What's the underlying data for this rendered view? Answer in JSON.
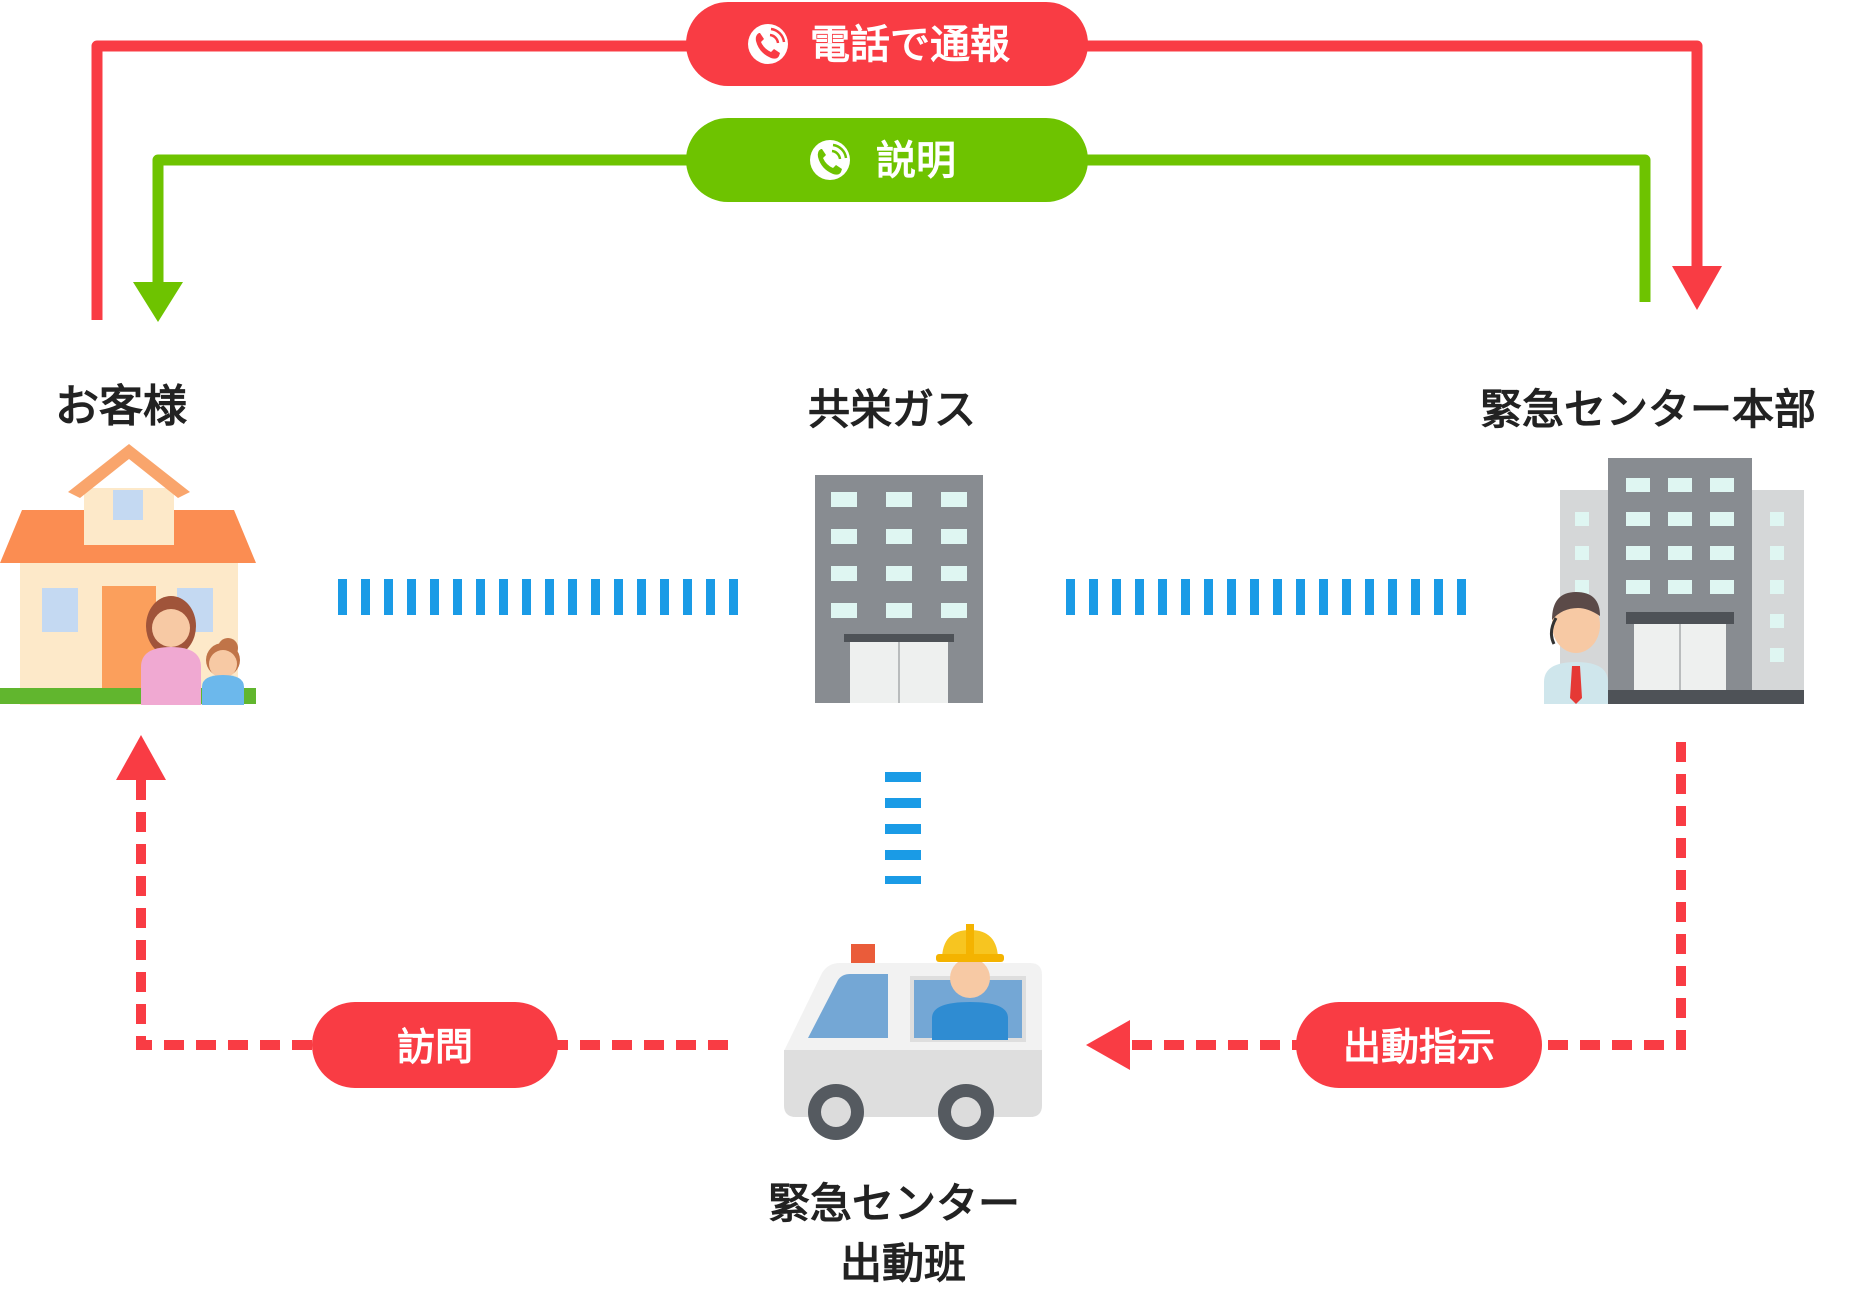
{
  "colors": {
    "report_red": "#f93c44",
    "explain_green": "#6ec300",
    "link_blue": "#1a9be6",
    "text": "#222222"
  },
  "nodes": {
    "customer": {
      "label": "お客様",
      "icon": "house-family-icon"
    },
    "company": {
      "label": "共栄ガス",
      "icon": "office-building-icon"
    },
    "hq": {
      "label": "緊急センター本部",
      "icon": "headquarters-operator-icon"
    },
    "dispatch": {
      "label_line1": "緊急センター",
      "label_line2": "出動班",
      "icon": "service-van-worker-icon"
    }
  },
  "flows": {
    "report": {
      "label": "電話で通報",
      "icon": "phone-call-icon"
    },
    "explain": {
      "label": "説明",
      "icon": "phone-call-icon"
    },
    "dispatch_order": {
      "label": "出動指示"
    },
    "visit": {
      "label": "訪問"
    }
  }
}
